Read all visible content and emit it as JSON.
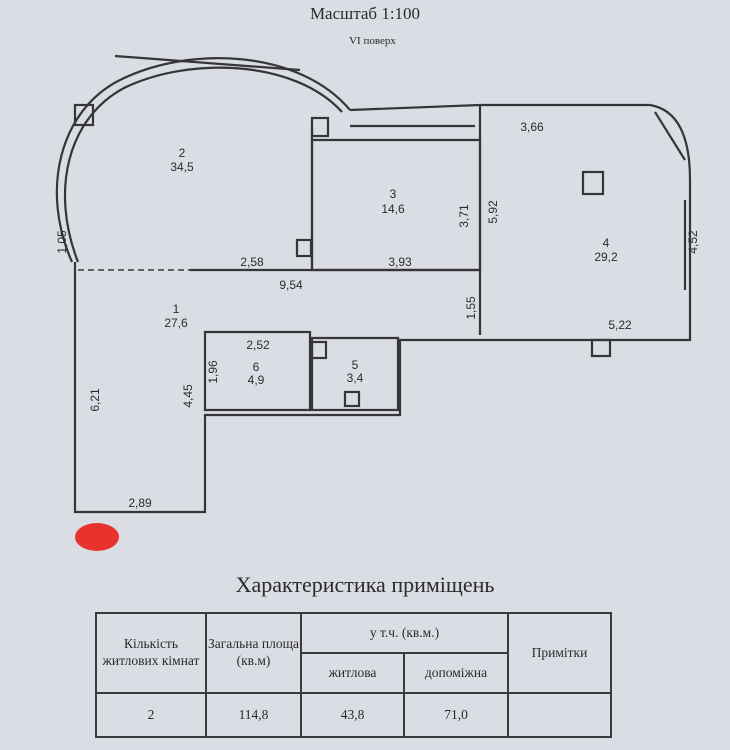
{
  "header": {
    "title": "Масштаб 1:100",
    "subtitle": "VI поверх"
  },
  "rooms": [
    {
      "number": "1",
      "area": "27,6"
    },
    {
      "number": "2",
      "area": "34,5"
    },
    {
      "number": "3",
      "area": "14,6"
    },
    {
      "number": "4",
      "area": "29,2"
    },
    {
      "number": "5",
      "area": "3,4"
    },
    {
      "number": "6",
      "area": "4,9"
    }
  ],
  "dimensions": {
    "d366": "3,66",
    "d592": "5,92",
    "d452": "4,52",
    "d522": "5,22",
    "d371": "3,71",
    "d393": "3,93",
    "d258": "2,58",
    "d954": "9,54",
    "d155": "1,55",
    "d252": "2,52",
    "d196": "1,96",
    "d621": "6,21",
    "d445": "4,45",
    "d289": "2,89",
    "d105": "1,05"
  },
  "section_heading": "Характеристика приміщень",
  "table": {
    "headers": {
      "rooms_count": "Кількість житлових кімнат",
      "total_area": "Загальна площа (кв.м)",
      "including": "у т.ч. (кв.м.)",
      "living": "житлова",
      "auxiliary": "допоміжна",
      "notes": "Примітки"
    },
    "row": {
      "rooms_count": "2",
      "total_area": "114,8",
      "living": "43,8",
      "auxiliary": "71,0",
      "notes": ""
    }
  },
  "colors": {
    "background": "#dadde4",
    "ink": "#2a2a2e",
    "marker": "#e8322e"
  }
}
